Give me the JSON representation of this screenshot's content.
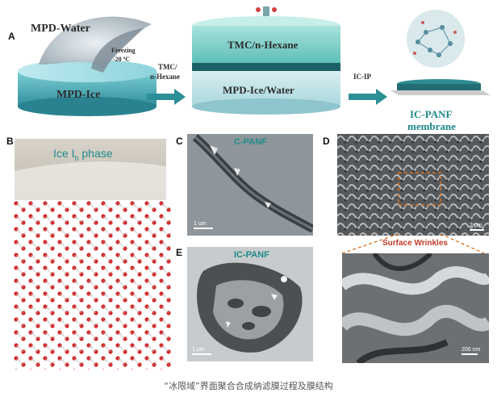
{
  "panelA": {
    "letter": "A",
    "mpd_water": "MPD-Water",
    "freezing": "Freezing",
    "temp": "-20 ºC",
    "mpd_ice": "MPD-Ice",
    "tmc_label_1": "TMC/",
    "tmc_label_2": "n-Hexane",
    "tmc_hexane": "TMC/n-Hexane",
    "mpd_ice_water": "MPD-Ice/Water",
    "icip": "IC-IP",
    "icpanf_1": "IC-PANF",
    "icpanf_2": "membrane"
  },
  "panelB": {
    "letter": "B",
    "phase_main": "Ice I",
    "phase_sub": "h",
    "phase_tail": " phase"
  },
  "panelC": {
    "letter": "C",
    "title": "C-PANF",
    "scale": "1 um"
  },
  "panelD": {
    "letter": "D",
    "scale": "2 μm",
    "wrinkles": "Surface Wrinkles",
    "scale2": "200 nm"
  },
  "panelE": {
    "letter": "E",
    "title": "IC-PANF",
    "scale": "1 μm"
  },
  "caption": "“冰限域”界面聚合合成纳滤膜过程及膜结构"
}
